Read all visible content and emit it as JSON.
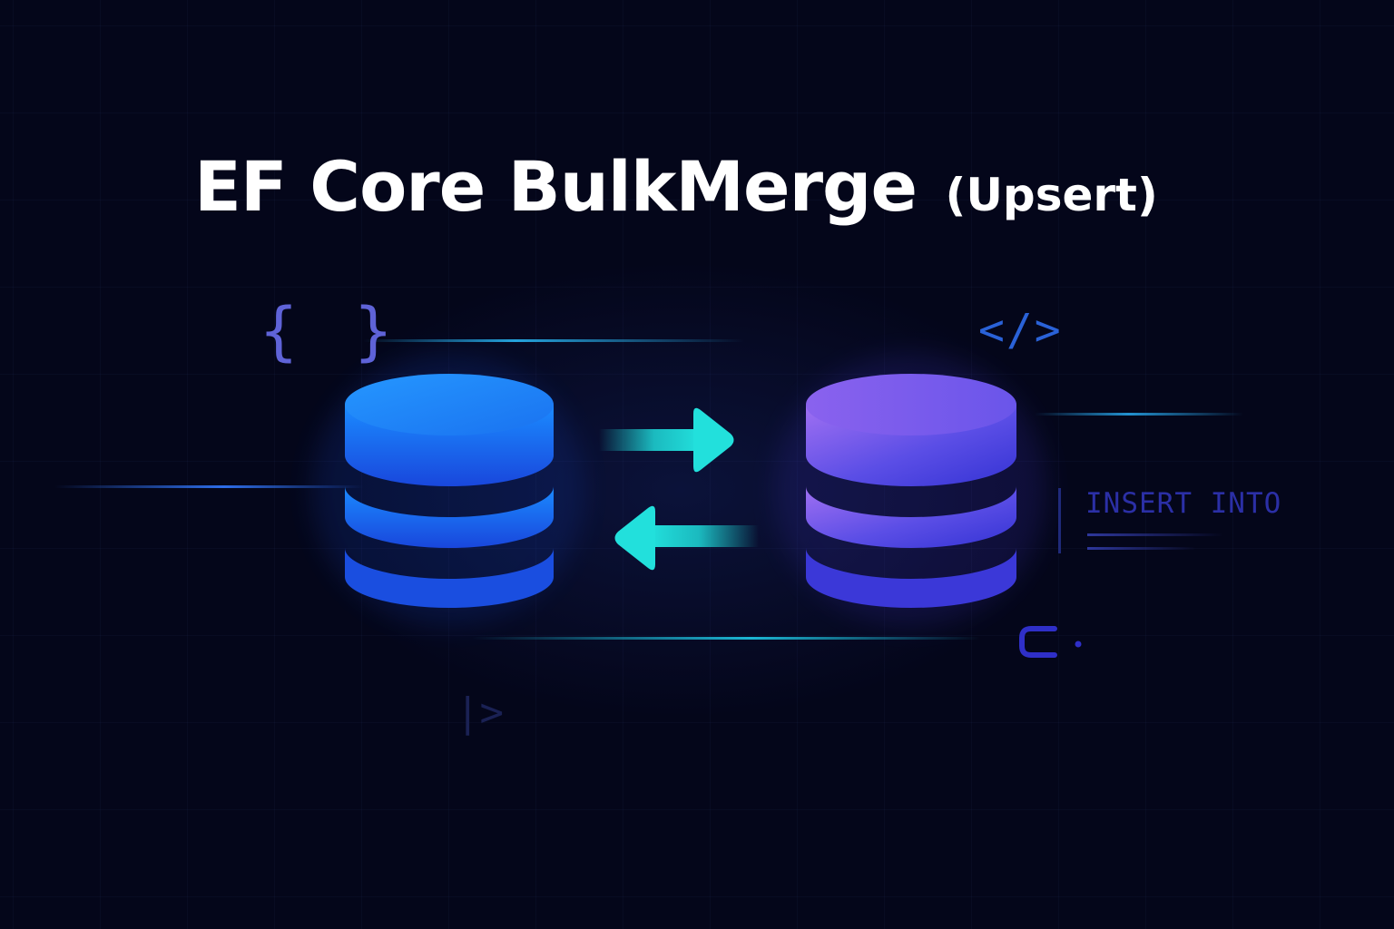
{
  "title": {
    "main": "EF Core BulkMerge",
    "sub": "(Upsert)"
  },
  "decorations": {
    "braces": "{ }",
    "code_tag": "</>",
    "sql_snippet": "INSERT INTO",
    "prompt": "|>"
  },
  "icons": {
    "left": "database-icon",
    "right": "database-icon",
    "forward": "arrow-right-icon",
    "backward": "arrow-left-icon",
    "plug": "plug-icon"
  },
  "colors": {
    "background": "#04061a",
    "source_db_top": "#1e8cff",
    "source_db_bottom": "#1a4de0",
    "target_db_top": "#9a6cf2",
    "target_db_bottom": "#3a36d6",
    "arrows": "#1ed8d8",
    "title": "#ffffff"
  }
}
